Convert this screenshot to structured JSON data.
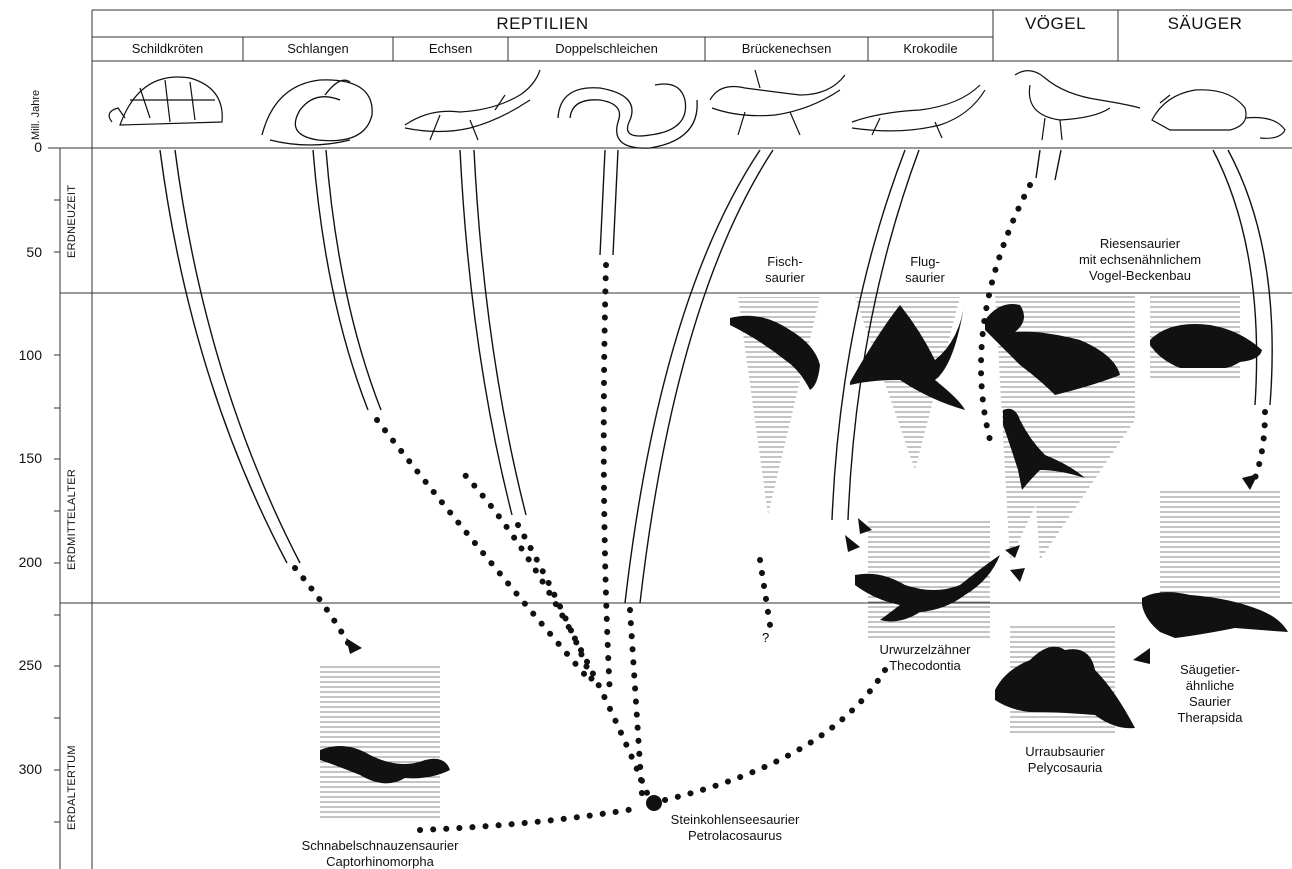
{
  "header": {
    "group_reptilien": "REPTILIEN",
    "group_voegel": "VÖGEL",
    "group_saeuger": "SÄUGER",
    "columns": [
      "Schildkröten",
      "Schlangen",
      "Echsen",
      "Doppelschleichen",
      "Brückenechsen",
      "Krokodile"
    ]
  },
  "axis": {
    "title": "Mill. Jahre",
    "ticks": [
      "0",
      "50",
      "100",
      "150",
      "200",
      "250",
      "300"
    ]
  },
  "eras": {
    "neuzeit": "ERDNEUZEIT",
    "mittelalter": "ERDMITTELALTER",
    "altertum": "ERDALTERTUM"
  },
  "labels": {
    "fischsaurier": "Fisch-\nsaurier",
    "flugsaurier": "Flug-\nsaurier",
    "riesensaurier": "Riesensaurier\nmit echsenähnlichem\nVogel-Beckenbau",
    "question": "?",
    "urwurzelzaehner": "Urwurzelzähner\nThecodontia",
    "saeugetieraehnliche": "Säugetier-\nähnliche\nSaurier\nTherapsida",
    "urraubsaurier": "Urraubsaurier\nPelycosauria",
    "steinkohlen": "Steinkohlenseesaurier\nPetrolacosaurus",
    "schnabelschnauzen": "Schnabelschnauzensaurier\nCaptorhinomorpha"
  },
  "icons": {
    "turtle": "turtle-icon",
    "snake": "snake-icon",
    "lizard": "lizard-icon",
    "amphisbaena": "worm-lizard-icon",
    "tuatara": "tuatara-icon",
    "crocodile": "crocodile-icon",
    "bird": "bird-icon",
    "rat": "rat-icon"
  },
  "colors": {
    "ink": "#111111",
    "hatch": "#888888",
    "rule": "#333333"
  }
}
